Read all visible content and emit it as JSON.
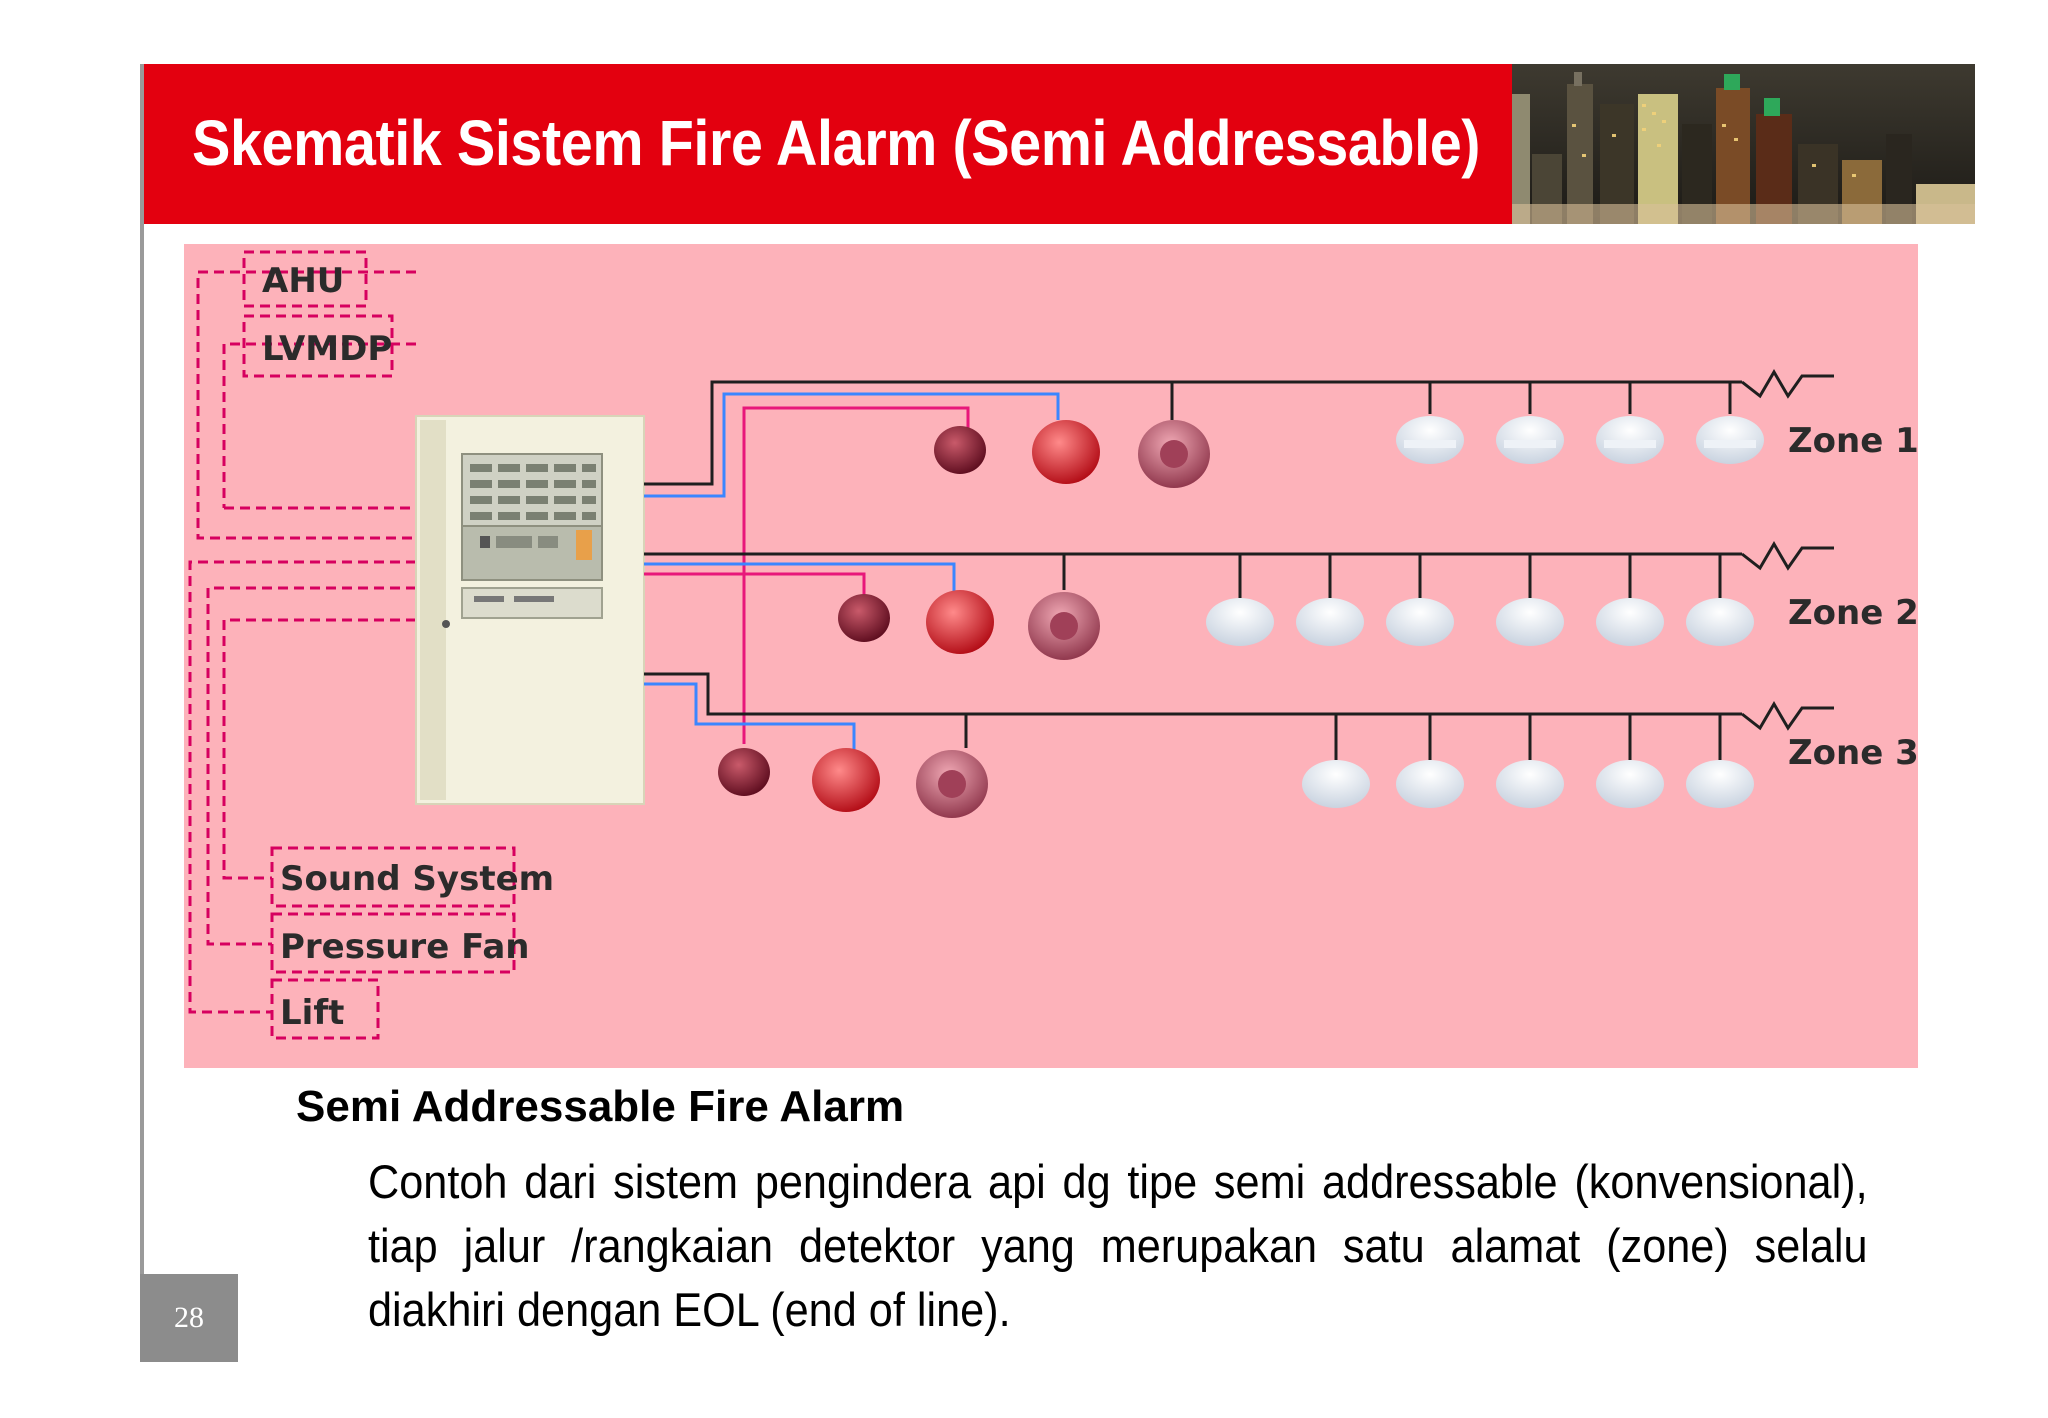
{
  "slide": {
    "title": "Skematik Sistem Fire Alarm (Semi Addressable)",
    "page_number": "28"
  },
  "diagram": {
    "auxiliary_outputs_top": [
      "AHU",
      "LVMDP"
    ],
    "auxiliary_outputs_bottom": [
      "Sound System",
      "Pressure Fan",
      "Lift"
    ],
    "zones": [
      "Zone 1",
      "Zone 2",
      "Zone 3"
    ],
    "colors": {
      "background": "#fdb2ba",
      "signal_line": "#3a86ff",
      "alarm_line": "#e8177a",
      "bus_line": "#1f1f1f",
      "dashed_link": "#d6005f"
    }
  },
  "caption": {
    "heading": "Semi Addressable Fire Alarm",
    "body": "Contoh dari sistem pengindera api dg tipe semi addressable (konvensional), tiap jalur /rangkaian detektor yang merupakan satu alamat (zone) selalu diakhiri dengan EOL (end of line)."
  }
}
